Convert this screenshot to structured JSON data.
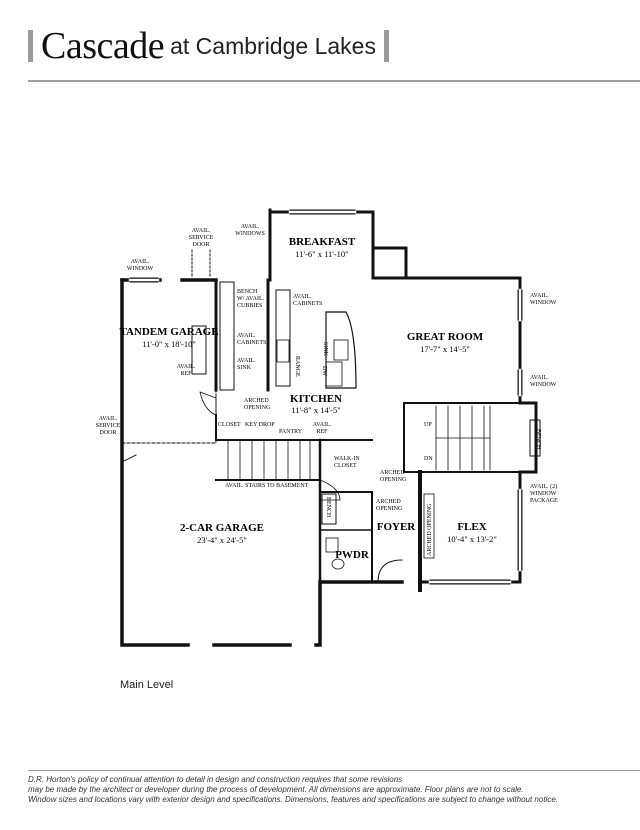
{
  "header": {
    "title": "Cascade",
    "subtitle": "at Cambridge Lakes"
  },
  "rooms": {
    "breakfast": {
      "name": "BREAKFAST",
      "dims": "11'-6\" x 11'-10\""
    },
    "great_room": {
      "name": "GREAT ROOM",
      "dims": "17'-7\" x 14'-5\""
    },
    "tandem_garage": {
      "name": "TANDEM GARAGE",
      "dims": "11'-0\" x 18'-10\""
    },
    "kitchen": {
      "name": "KITCHEN",
      "dims": "11'-8\" x 14'-5\""
    },
    "garage": {
      "name": "2-CAR GARAGE",
      "dims": "23'-4\" x 24'-5\""
    },
    "foyer": {
      "name": "FOYER"
    },
    "flex": {
      "name": "FLEX",
      "dims": "10'-4\" x 13'-2\""
    },
    "pwdr": {
      "name": "PWDR"
    }
  },
  "notes": {
    "avail_service_door_top": [
      "AVAIL.",
      "SERVICE",
      "DOOR"
    ],
    "avail_windows_top": [
      "AVAIL.",
      "WINDOWS"
    ],
    "avail_window_left": [
      "AVAIL.",
      "WINDOW"
    ],
    "avail_window_right_1": [
      "AVAIL.",
      "WINDOW"
    ],
    "avail_window_right_2": [
      "AVAIL.",
      "WINDOW"
    ],
    "bench_cubbies": [
      "BENCH",
      "W/ AVAIL.",
      "CUBBIES"
    ],
    "avail_cabinets_1": [
      "AVAIL.",
      "CABINETS"
    ],
    "avail_cabinets_2": [
      "AVAIL.",
      "CABINETS"
    ],
    "avail_sink": [
      "AVAIL.",
      "SINK"
    ],
    "avail_ref_left": [
      "AVAIL.",
      "REF"
    ],
    "avail_ref_kitchen": [
      "AVAIL.",
      "REF"
    ],
    "range": "RANGE",
    "sink": "SINK",
    "dw": "DW",
    "arched_opening_1": [
      "ARCHED",
      "OPENING"
    ],
    "arched_opening_2": [
      "ARCHED",
      "OPENING"
    ],
    "arched_opening_3": [
      "ARCHED",
      "OPENING"
    ],
    "arched_opening_flex": "ARCHED OPENING",
    "closet": "CLOSET",
    "key_drop": "KEY DROP",
    "pantry": "PANTRY",
    "up": "UP",
    "dn": "DN",
    "bench_stair": "BENCH",
    "bench_foyer": "BENCH",
    "walk_in_closet": [
      "WALK-IN",
      "CLOSET"
    ],
    "stairs_to_basement": "AVAIL. STAIRS TO BASEMENT",
    "avail_service_door_left": [
      "AVAIL.",
      "SERVICE",
      "DOOR"
    ],
    "avail_window_package": [
      "AVAIL. (2)",
      "WINDOW",
      "PACKAGE"
    ]
  },
  "level_label": "Main Level",
  "disclaimer": [
    "D.R. Horton's policy of continual attention to detail in design and construction requires that some revisions",
    "may be made by the architect or developer during the process of development. All dimensions are approximate. Floor plans are not to scale.",
    "Window sizes and locations vary with exterior design and specifications. Dimensions, features and specifications are subject to change without notice."
  ]
}
